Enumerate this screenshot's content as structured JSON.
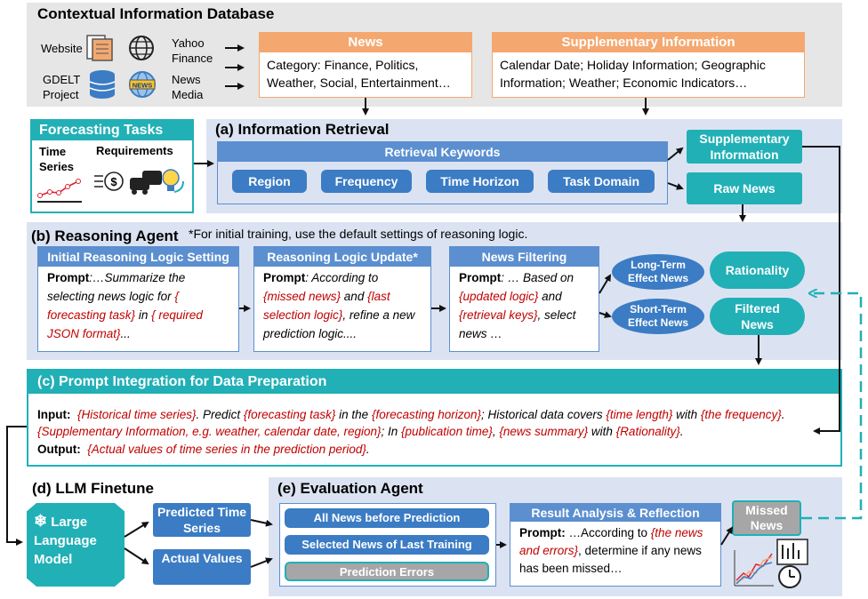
{
  "db": {
    "title": "Contextual Information Database",
    "sources": [
      {
        "label_1": "Website",
        "label_2": "",
        "icon": "document-icon"
      },
      {
        "label_1": "Yahoo",
        "label_2": "Finance",
        "icon": "globe-icon"
      },
      {
        "label_1": "GDELT",
        "label_2": "Project",
        "icon": "database-icon"
      },
      {
        "label_1": "News",
        "label_2": "Media",
        "icon": "news-globe-icon"
      }
    ],
    "news": {
      "title": "News",
      "body": "Category: Finance, Politics, Weather, Social, Entertainment…"
    },
    "supp": {
      "title": "Supplementary Information",
      "body": "Calendar Date; Holiday Information; Geographic Information; Weather; Economic Indicators…"
    }
  },
  "tasks": {
    "title": "Forecasting Tasks",
    "time_series": "Time Series",
    "requirements": "Requirements"
  },
  "retrieval": {
    "title": "(a) Information Retrieval",
    "keywords_title": "Retrieval Keywords",
    "keywords": [
      "Region",
      "Frequency",
      "Time Horizon",
      "Task Domain"
    ],
    "supp_out": "Supplementary Information",
    "raw_news": "Raw News"
  },
  "reasoning": {
    "title": "(b) Reasoning Agent",
    "note": "*For initial training, use the default settings of reasoning logic.",
    "boxes": [
      {
        "title": "Initial Reasoning Logic Setting"
      },
      {
        "title": "Reasoning Logic Update*"
      },
      {
        "title": "News Filtering"
      }
    ],
    "p1": {
      "label": "Prompt",
      "t1": ":…Summarize the selecting news logic for ",
      "r1": "{ forecasting task}",
      "t2": " in ",
      "r2": "{ required JSON format}",
      "t3": "..."
    },
    "p2": {
      "label": "Prompt",
      "t1": ": According to ",
      "r1": "{missed news}",
      "t2": " and ",
      "r2": "{last selection logic}",
      "t3": ", refine a new prediction logic...."
    },
    "p3": {
      "label": "Prompt",
      "t1": ": … Based on ",
      "r1": "{updated logic}",
      "t2": " and ",
      "r2": "{retrieval keys}",
      "t3": ", select news …"
    },
    "long_term": "Long-Term Effect News",
    "short_term": "Short-Term Effect News",
    "rationality": "Rationality",
    "filtered": "Filtered News"
  },
  "prompt": {
    "title": "(c) Prompt Integration for Data Preparation",
    "input_label": "Input",
    "output_label": "Output",
    "in_r1": "{Historical time series}",
    "in_t1": ". Predict ",
    "in_r2": "{forecasting task}",
    "in_t2": " in the ",
    "in_r3": "{forecasting horizon}",
    "in_t3": "; Historical data covers ",
    "in_r4": "{time length}",
    "in_t4": " with ",
    "in_r5": "{the frequency}",
    "in_t5": ". ",
    "in_r6": "{Supplementary Information, e.g. weather, calendar date, region}",
    "in_t6": "; In ",
    "in_r7": "{publication time}",
    "in_t7": ", ",
    "in_r8": "{news summary}",
    "in_t8": " with ",
    "in_r9": "{Rationality}",
    "in_t9": ".",
    "out_r1": "{Actual values of time series in the prediction period}",
    "out_t1": "."
  },
  "finetune": {
    "title": "(d) LLM Finetune",
    "llm": "Large Language Model",
    "predicted": "Predicted Time Series",
    "actual": "Actual Values"
  },
  "evaluation": {
    "title": "(e) Evaluation Agent",
    "items": [
      "All News before Prediction",
      "Selected News of Last Training",
      "Prediction Errors"
    ],
    "result_title": "Result Analysis & Reflection",
    "p_label": "Prompt:",
    "p_t1": " …According to ",
    "p_r1": "{the news and errors}",
    "p_t2": ", determine if any news has been missed…",
    "missed": "Missed News"
  },
  "colors": {
    "orange": "#f4a870",
    "blue_dark": "#3b7cc4",
    "blue_mid": "#5b8fd0",
    "teal": "#21b0b6",
    "panel_blue": "#dbe3f2",
    "panel_gray": "#e6e6e6",
    "red_text": "#c00000"
  }
}
